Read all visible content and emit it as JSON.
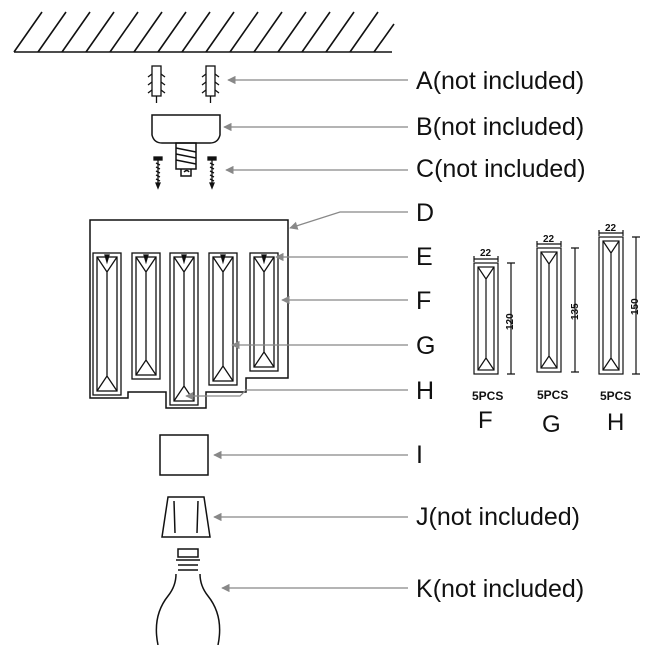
{
  "parts": [
    {
      "letter": "A",
      "note": "(not included)"
    },
    {
      "letter": "B",
      "note": "(not included)"
    },
    {
      "letter": "C",
      "note": "(not included)"
    },
    {
      "letter": "D",
      "note": ""
    },
    {
      "letter": "E",
      "note": ""
    },
    {
      "letter": "F",
      "note": ""
    },
    {
      "letter": "G",
      "note": ""
    },
    {
      "letter": "H",
      "note": ""
    },
    {
      "letter": "I",
      "note": ""
    },
    {
      "letter": "J",
      "note": "(not included)"
    },
    {
      "letter": "K",
      "note": "(not included)"
    }
  ],
  "crystals": [
    {
      "letter": "F",
      "width": "22",
      "length": "120",
      "qty": "5PCS"
    },
    {
      "letter": "G",
      "width": "22",
      "length": "135",
      "qty": "5PCS"
    },
    {
      "letter": "H",
      "width": "22",
      "length": "150",
      "qty": "5PCS"
    }
  ],
  "colors": {
    "line": "#111111",
    "arrow": "#888888"
  }
}
